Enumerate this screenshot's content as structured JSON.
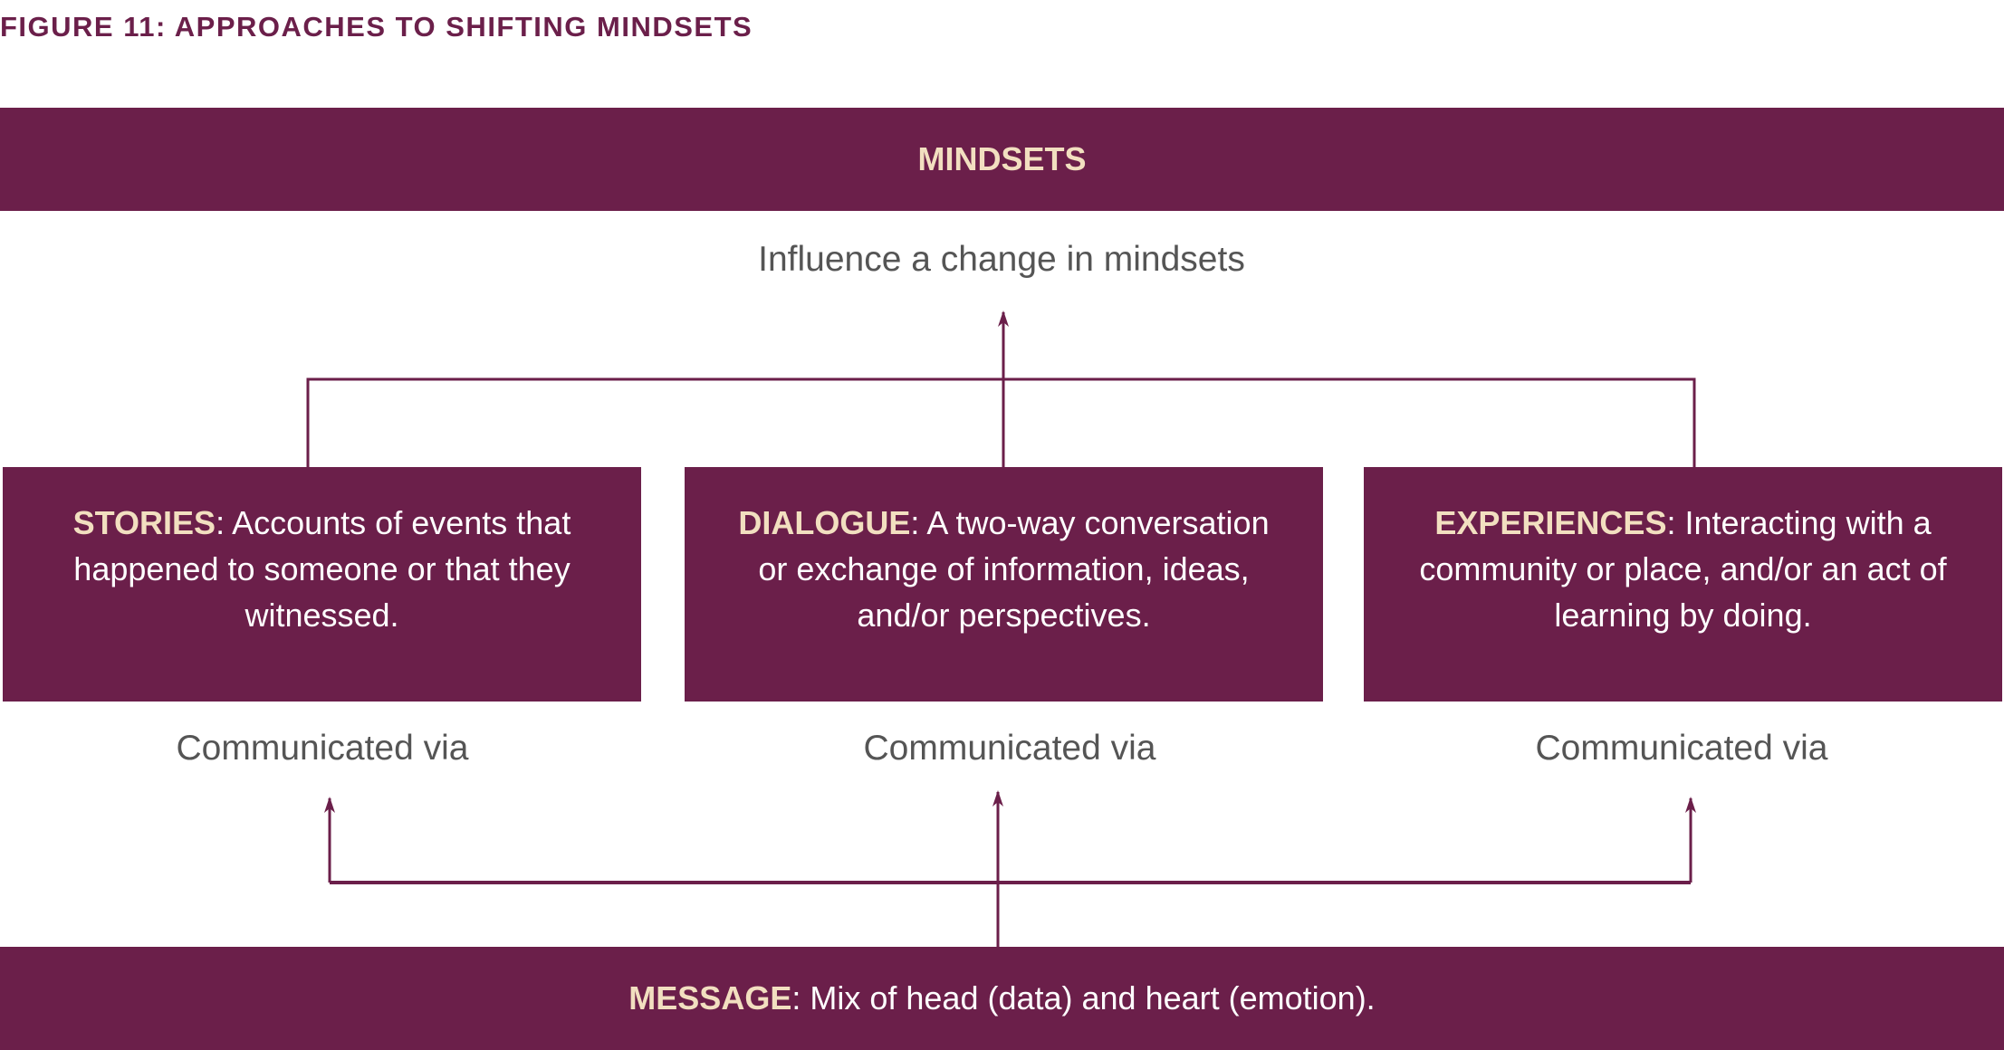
{
  "figure": {
    "title": "FIGURE 11: APPROACHES TO SHIFTING MINDSETS"
  },
  "top_bar": {
    "label": "MINDSETS"
  },
  "goal_text": "Influence a change in mindsets",
  "approaches": [
    {
      "term": "STORIES",
      "separator": ":",
      "definition": " Accounts of events that happened to someone or that they witnessed.",
      "via_label": "Communicated via"
    },
    {
      "term": "DIALOGUE",
      "separator": ":",
      "definition": " A two-way conversation or exchange of information, ideas, and/or perspectives.",
      "via_label": "Communicated via"
    },
    {
      "term": "EXPERIENCES",
      "separator": ":",
      "definition": " Interacting with a community or place, and/or an act of learning by doing.",
      "via_label": "Communicated via"
    }
  ],
  "bottom_bar": {
    "term": "MESSAGE",
    "separator": ":",
    "definition": " Mix of head (data) and heart (emotion)."
  },
  "colors": {
    "brand_plum": "#6b1f4a",
    "accent_cream": "#f2dfc0",
    "body_text_gray": "#555555",
    "box_text_white": "#ffffff"
  }
}
